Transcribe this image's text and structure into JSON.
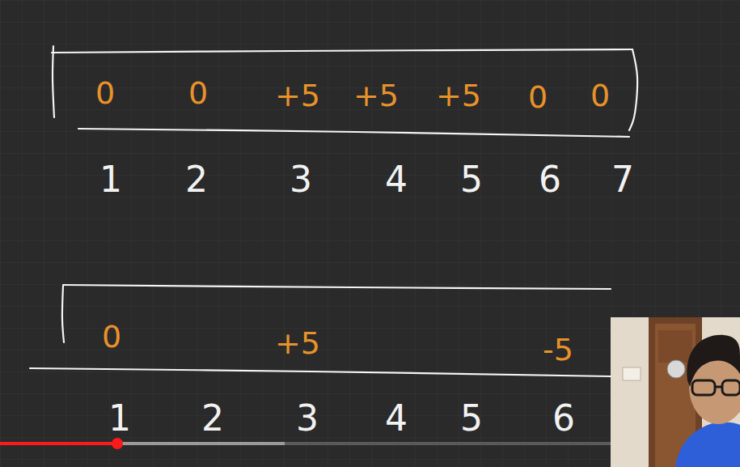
{
  "diagram": {
    "nodes": [
      {
        "text": [
          "0",
          "0",
          "+5",
          "+5",
          "+5",
          "0",
          "0"
        ]
      },
      {
        "text": [
          "0",
          "+5",
          "-5"
        ]
      }
    ],
    "labels": [
      "1",
      "2",
      "3",
      "4",
      "5",
      "6",
      "7",
      "1",
      "2",
      "3",
      "4",
      "5",
      "6"
    ]
  }
}
